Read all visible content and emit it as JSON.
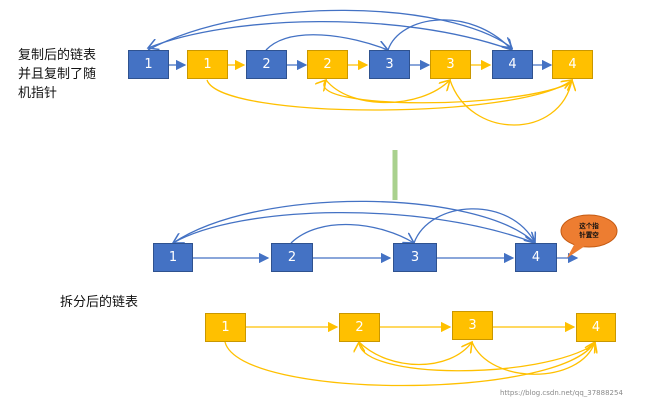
{
  "captions": {
    "copied_line1": "复制后的链表",
    "copied_line2": "并且复制了随",
    "copied_line3": "机指针",
    "split": "拆分后的链表"
  },
  "copied_list": {
    "nodes": [
      {
        "label": "1",
        "kind": "original"
      },
      {
        "label": "1",
        "kind": "copy"
      },
      {
        "label": "2",
        "kind": "original"
      },
      {
        "label": "2",
        "kind": "copy"
      },
      {
        "label": "3",
        "kind": "original"
      },
      {
        "label": "3",
        "kind": "copy"
      },
      {
        "label": "4",
        "kind": "original"
      },
      {
        "label": "4",
        "kind": "copy"
      }
    ]
  },
  "original_list": {
    "nodes": [
      {
        "label": "1"
      },
      {
        "label": "2"
      },
      {
        "label": "3"
      },
      {
        "label": "4"
      }
    ]
  },
  "copy_list": {
    "nodes": [
      {
        "label": "1"
      },
      {
        "label": "2"
      },
      {
        "label": "3"
      },
      {
        "label": "4"
      }
    ]
  },
  "callout": {
    "line1": "这个指",
    "line2": "针置空"
  },
  "watermark": "https://blog.csdn.net/qq_37888254",
  "colors": {
    "original": "#4472C4",
    "copy": "#FFC000",
    "split_arrow": "#A9D18E",
    "callout": "#ED7D31"
  }
}
